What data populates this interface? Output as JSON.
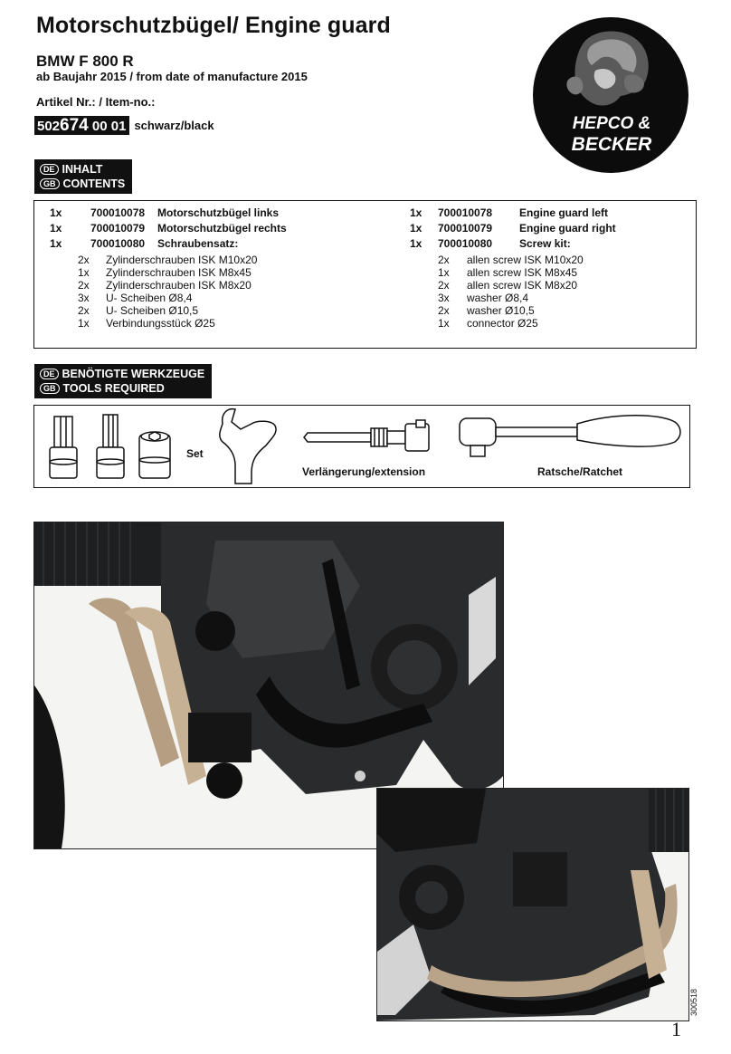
{
  "header": {
    "title": "Motorschutzbügel/ Engine guard",
    "model": "BMW F 800 R",
    "year": "ab Baujahr 2015 / from date of manufacture 2015",
    "article_label": "Artikel Nr.: / Item-no.:",
    "article_part1": "502",
    "article_part2": "674",
    "article_part3": "00 01",
    "article_color": "schwarz/black"
  },
  "logo": {
    "line1": "HEPCO &",
    "line2": "BECKER"
  },
  "contents_section": {
    "de_flag": "DE",
    "gb_flag": "GB",
    "de": "INHALT",
    "gb": "CONTENTS"
  },
  "contents_de": [
    {
      "qty": "1x",
      "code": "700010078",
      "name": "Motorschutzbügel links"
    },
    {
      "qty": "1x",
      "code": "700010079",
      "name": "Motorschutzbügel rechts"
    },
    {
      "qty": "1x",
      "code": "700010080",
      "name": "Schraubensatz:"
    }
  ],
  "contents_gb": [
    {
      "qty": "1x",
      "code": "700010078",
      "name": "Engine guard left"
    },
    {
      "qty": "1x",
      "code": "700010079",
      "name": "Engine guard right"
    },
    {
      "qty": "1x",
      "code": "700010080",
      "name": "Screw kit:"
    }
  ],
  "screws_de": [
    {
      "qty": "2x",
      "name": "Zylinderschrauben ISK M10x20"
    },
    {
      "qty": "1x",
      "name": "Zylinderschrauben ISK M8x45"
    },
    {
      "qty": "2x",
      "name": "Zylinderschrauben ISK M8x20"
    },
    {
      "qty": "3x",
      "name": "U- Scheiben Ø8,4"
    },
    {
      "qty": "2x",
      "name": "U- Scheiben Ø10,5"
    },
    {
      "qty": "1x",
      "name": "Verbindungsstück Ø25"
    }
  ],
  "screws_gb": [
    {
      "qty": "2x",
      "name": "allen screw ISK M10x20"
    },
    {
      "qty": "1x",
      "name": "allen screw ISK M8x45"
    },
    {
      "qty": "2x",
      "name": "allen screw ISK M8x20"
    },
    {
      "qty": "3x",
      "name": "washer Ø8,4"
    },
    {
      "qty": "2x",
      "name": "washer Ø10,5"
    },
    {
      "qty": "1x",
      "name": "connector Ø25"
    }
  ],
  "tools_section": {
    "de_flag": "DE",
    "gb_flag": "GB",
    "de": "BENÖTIGTE WERKZEUGE",
    "gb": "TOOLS REQUIRED"
  },
  "tools": {
    "set": "Set",
    "extension": "Verlängerung/extension",
    "ratchet": "Ratsche/Ratchet"
  },
  "footer": {
    "doc_code": "300518",
    "page": "1"
  }
}
